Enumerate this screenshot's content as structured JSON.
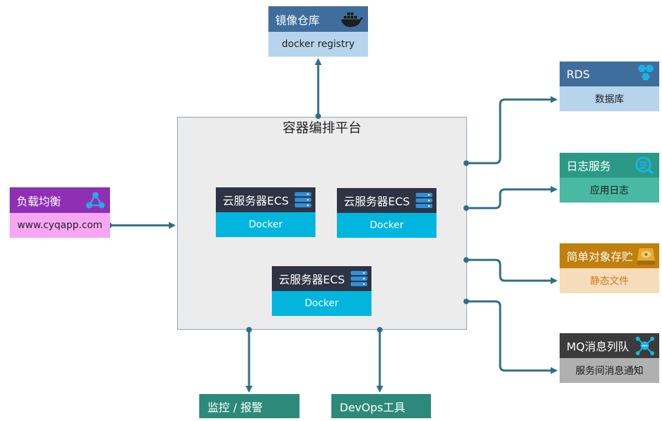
{
  "platform": {
    "title": "容器编排平台"
  },
  "registry": {
    "title": "镜像仓库",
    "subtitle": "docker registry",
    "icon": "docker-whale-icon",
    "header_color": "#3f6e9d",
    "body_color": "#b7d4ec"
  },
  "load_balancer": {
    "title": "负载均衡",
    "subtitle": "www.cyqapp.com",
    "icon": "share-nodes-icon",
    "header_color": "#8e2fb5",
    "body_color": "#f6a6f3"
  },
  "ecs": [
    {
      "title": "云服务器ECS",
      "subtitle": "Docker",
      "icon": "server-stack-icon"
    },
    {
      "title": "云服务器ECS",
      "subtitle": "Docker",
      "icon": "server-stack-icon"
    },
    {
      "title": "云服务器ECS",
      "subtitle": "Docker",
      "icon": "server-stack-icon"
    }
  ],
  "services": {
    "rds": {
      "title": "RDS",
      "subtitle": "数据库",
      "icon": "hexagon-cluster-icon",
      "header_color": "#3f6e9d",
      "body_color": "#b7d4ec"
    },
    "log": {
      "title": "日志服务",
      "subtitle": "应用日志",
      "icon": "log-search-icon",
      "header_color": "#2a9a87",
      "body_color": "#4ab9a4"
    },
    "oss": {
      "title": "简单对象存贮",
      "subtitle": "静态文件",
      "icon": "disk-drive-icon",
      "header_color": "#c17f0c",
      "body_color": "#f6dcbb",
      "subtitle_color": "#d07a1a"
    },
    "mq": {
      "title": "MQ消息列队",
      "subtitle": "服务间消息通知",
      "icon": "message-hub-icon",
      "header_color": "#3b3b3b",
      "body_color": "#b0b0b0"
    }
  },
  "bottom": {
    "monitor": {
      "label": "监控 / 报警"
    },
    "devops": {
      "label": "DevOps工具"
    }
  },
  "colors": {
    "connector": "#2f6e86",
    "bottom_box": "#2d8a7b"
  }
}
